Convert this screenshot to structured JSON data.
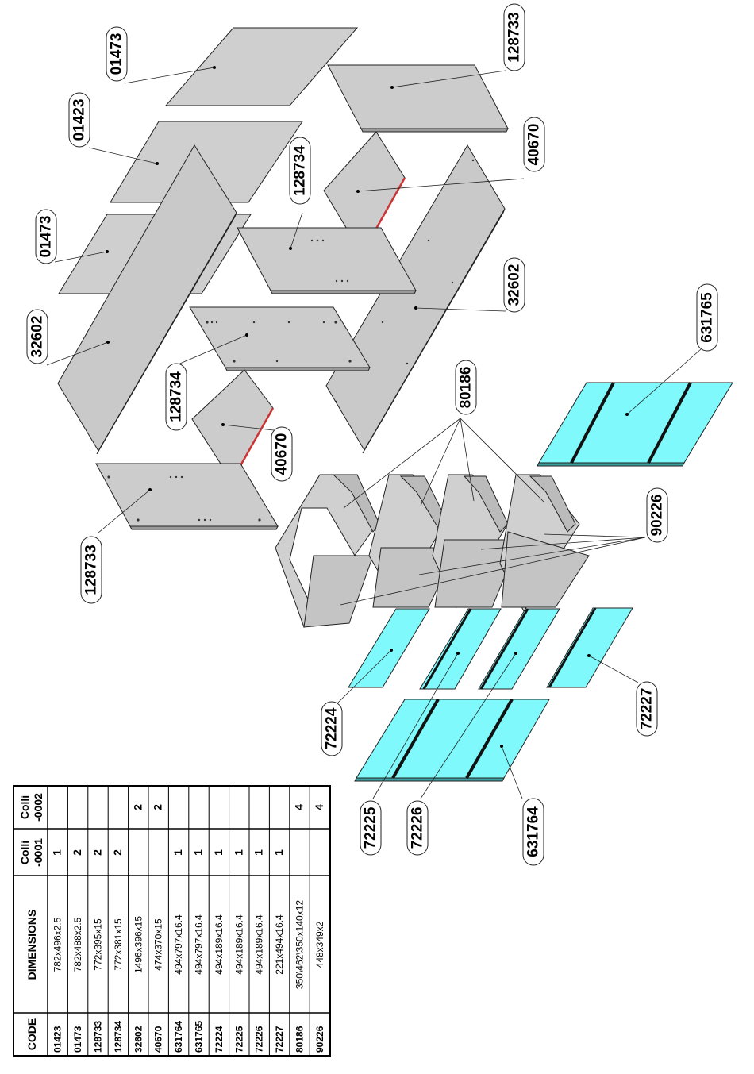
{
  "table": {
    "headers": {
      "code": "CODE",
      "dimensions": "DIMENSIONS",
      "colli1": [
        "Colli",
        "-0001"
      ],
      "colli2": [
        "Colli",
        "-0002"
      ]
    },
    "rows": [
      {
        "code": "01423",
        "dimensions": "782x496x2.5",
        "colli1": "1",
        "colli2": ""
      },
      {
        "code": "01473",
        "dimensions": "782x488x2.5",
        "colli1": "2",
        "colli2": ""
      },
      {
        "code": "128733",
        "dimensions": "772x395x15",
        "colli1": "2",
        "colli2": ""
      },
      {
        "code": "128734",
        "dimensions": "772x381x15",
        "colli1": "2",
        "colli2": ""
      },
      {
        "code": "32602",
        "dimensions": "1496x396x15",
        "colli1": "",
        "colli2": "2"
      },
      {
        "code": "40670",
        "dimensions": "474x370x15",
        "colli1": "",
        "colli2": "2"
      },
      {
        "code": "631764",
        "dimensions": "494x797x16.4",
        "colli1": "1",
        "colli2": ""
      },
      {
        "code": "631765",
        "dimensions": "494x797x16.4",
        "colli1": "1",
        "colli2": ""
      },
      {
        "code": "72224",
        "dimensions": "494x189x16.4",
        "colli1": "1",
        "colli2": ""
      },
      {
        "code": "72225",
        "dimensions": "494x189x16.4",
        "colli1": "1",
        "colli2": ""
      },
      {
        "code": "72226",
        "dimensions": "494x189x16.4",
        "colli1": "1",
        "colli2": ""
      },
      {
        "code": "72227",
        "dimensions": "221x494x16.4",
        "colli1": "1",
        "colli2": ""
      },
      {
        "code": "80186",
        "dimensions": "350\\462\\350x140x12",
        "colli1": "",
        "colli2": "4"
      },
      {
        "code": "90226",
        "dimensions": "448x349x2",
        "colli1": "",
        "colli2": "4"
      }
    ]
  },
  "callouts": [
    {
      "id": "c-01473-top",
      "label": "01473"
    },
    {
      "id": "c-128733-top",
      "label": "128733"
    },
    {
      "id": "c-01423",
      "label": "01423"
    },
    {
      "id": "c-40670-top",
      "label": "40670"
    },
    {
      "id": "c-128734-top",
      "label": "128734"
    },
    {
      "id": "c-01473-left",
      "label": "01473"
    },
    {
      "id": "c-32602-right",
      "label": "32602"
    },
    {
      "id": "c-32602-left",
      "label": "32602"
    },
    {
      "id": "c-631765",
      "label": "631765"
    },
    {
      "id": "c-128734-mid",
      "label": "128734"
    },
    {
      "id": "c-80186",
      "label": "80186"
    },
    {
      "id": "c-40670-mid",
      "label": "40670"
    },
    {
      "id": "c-90226",
      "label": "90226"
    },
    {
      "id": "c-128733-bottom",
      "label": "128733"
    },
    {
      "id": "c-72227",
      "label": "72227"
    },
    {
      "id": "c-72224",
      "label": "72224"
    },
    {
      "id": "c-72225",
      "label": "72225"
    },
    {
      "id": "c-72226",
      "label": "72226"
    },
    {
      "id": "c-631764",
      "label": "631764"
    }
  ],
  "colors": {
    "panel_gray": "#cccccc",
    "panel_edge": "#8c8c8c",
    "drawer_cyan": "#7ff9fb",
    "edge_red": "#cc3333"
  }
}
